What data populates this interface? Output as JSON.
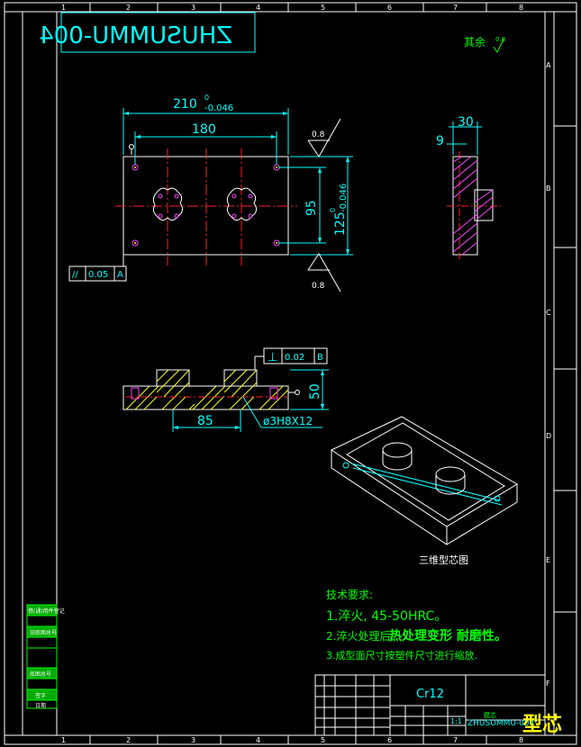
{
  "border": {
    "columns_top": [
      "1",
      "2",
      "3",
      "4",
      "5",
      "6",
      "7",
      "8"
    ],
    "columns_bottom": [
      "1",
      "2",
      "3",
      "4",
      "5",
      "6",
      "7",
      "8"
    ],
    "rows": [
      "A",
      "B",
      "C",
      "D",
      "E",
      "F"
    ]
  },
  "drawing_number_mirrored": "ZHUSUMMU-004",
  "roughness_note": {
    "label": "其余",
    "value": "0.8"
  },
  "top_view": {
    "dim_length": "210",
    "dim_length_tol_upper": "0",
    "dim_length_tol_lower": "-0.046",
    "dim_hole_spacing": "180",
    "dim_width": "125",
    "dim_width_tol_upper": "0",
    "dim_width_tol_lower": "-0.046",
    "dim_hole_spacing_v": "95",
    "roughness_top": "0.8",
    "roughness_bottom": "0.8",
    "parallelism_symbol": "//",
    "parallelism_value": "0.05",
    "parallelism_datum": "A"
  },
  "side_view": {
    "dim_width": "30",
    "dim_offset": "9"
  },
  "section_view": {
    "perp_symbol": "⊥",
    "perp_value": "0.02",
    "perp_datum": "B",
    "dim_height": "50",
    "dim_85": "85",
    "hole_callout": "ø3H8X12"
  },
  "iso_caption": "三维型芯图",
  "tech_requirements": {
    "title": "技术要求:",
    "line1": "1.淬火, 45-50HRC。",
    "line2_prefix": "2.淬火处理后,",
    "line2_bold": "热处理变形 耐磨性。",
    "line3": "3.成型面尺寸按塑件尺寸进行缩放."
  },
  "title_block": {
    "material": "Cr12",
    "drawing_no": "ZHUSUMMU-004",
    "scale": "1:1",
    "small_label": "模芯"
  },
  "left_strip": [
    "借(通)用件登记",
    "旧底图总号",
    "底图总号",
    "签字",
    "日期"
  ],
  "watermark": "型芯"
}
